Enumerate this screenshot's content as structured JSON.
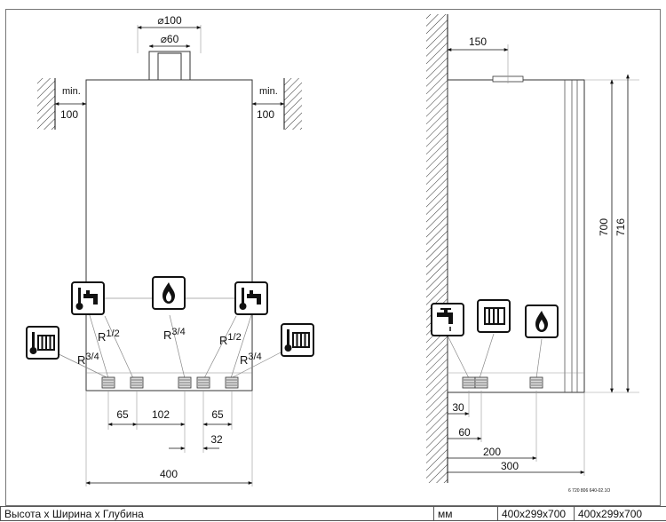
{
  "diagram": {
    "front": {
      "flue_outer": "⌀100",
      "flue_inner": "⌀60",
      "left_min": "min.",
      "left_clearance": "100",
      "right_min": "min.",
      "right_clearance": "100",
      "width": "400",
      "spacing_1": "65",
      "spacing_2": "102",
      "spacing_3": "65",
      "spacing_4": "32",
      "pipe_labels": {
        "left_heating": {
          "main": "R",
          "frac": "3/4"
        },
        "left_hot_water": {
          "main": "R",
          "frac": "1/2"
        },
        "gas": {
          "main": "R",
          "frac": "3/4"
        },
        "right_cold_water": {
          "main": "R",
          "frac": "1/2"
        },
        "right_heating": {
          "main": "R",
          "frac": "3/4"
        }
      }
    },
    "side": {
      "flue_offset": "150",
      "height_700": "700",
      "height_716": "716",
      "depth_30": "30",
      "depth_60": "60",
      "depth_200": "200",
      "depth_300": "300"
    },
    "drawing_code": "6 720 806 640-02.1O"
  },
  "icons": [
    "tap-icon",
    "radiator-icon",
    "flame-icon",
    "thermometer-icon"
  ],
  "spec_table": {
    "label": "Высота x Ширина x Глубина",
    "unit": "мм",
    "value_1": "400x299x700",
    "value_2": "400x299x700"
  }
}
